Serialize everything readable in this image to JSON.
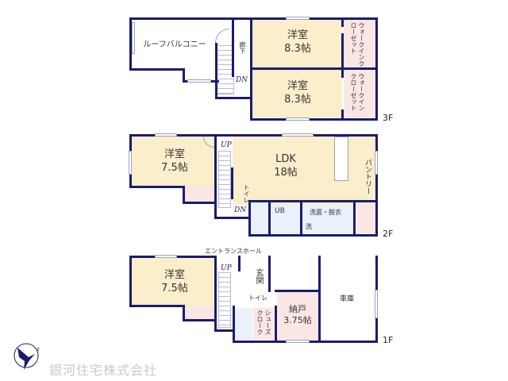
{
  "floors": {
    "third": {
      "label": "3F",
      "rooms": [
        {
          "name": "洋室",
          "size": "8.3帖"
        },
        {
          "name": "洋室",
          "size": "8.3帖"
        }
      ],
      "closets": [
        "ウォークインクローゼット",
        "ウォークインクローゼット"
      ],
      "balcony": "ルーフバルコニー",
      "hallway": "廊下",
      "stair_label": "DN"
    },
    "second": {
      "label": "2F",
      "bedroom": {
        "name": "洋室",
        "size": "7.5帖"
      },
      "ldk": {
        "name": "LDK",
        "size": "18帖"
      },
      "pantry": "パントリー",
      "toilet": "トイレ",
      "bath": "UB",
      "washroom": "洗面・脱衣",
      "washer": "洗",
      "stair_up": "UP",
      "stair_dn": "DN"
    },
    "first": {
      "label": "1F",
      "bedroom": {
        "name": "洋室",
        "size": "7.5帖"
      },
      "entrance_hall": "エントランスホール",
      "entrance": "玄関",
      "toilet": "トイレ",
      "shoe_closet": "シューズクローク",
      "storage": {
        "name": "納戸",
        "size": "3.75帖"
      },
      "garage": "車庫",
      "stair_up": "UP"
    }
  },
  "company": {
    "name": "銀河住宅株式会社"
  },
  "colors": {
    "wall": "#1b1c6e",
    "bedroom": "#fbeecb",
    "storage": "#fbe6e6",
    "wet": "#e9f1fb"
  }
}
